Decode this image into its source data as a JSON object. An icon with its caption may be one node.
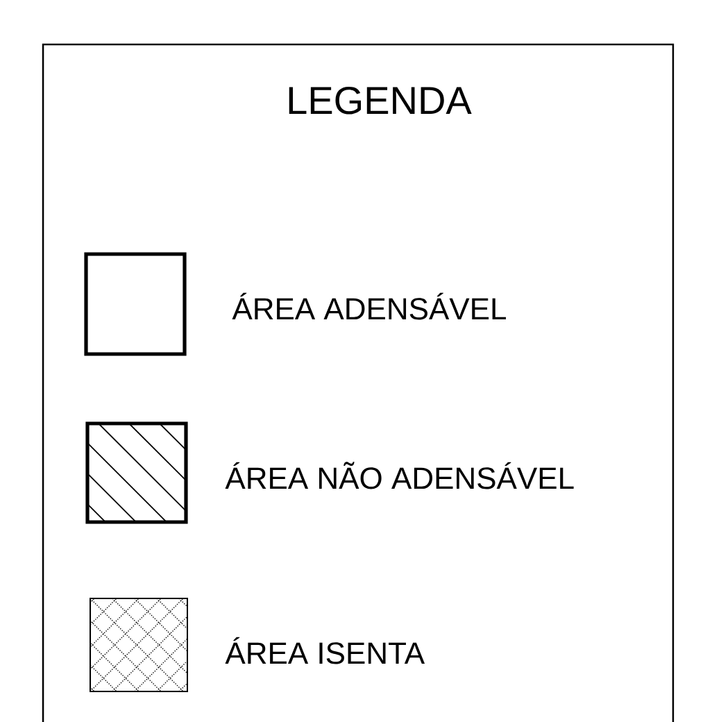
{
  "diagram": {
    "title": "LEGENDA",
    "legend": [
      {
        "text": "ÁREA ADENSÁVEL"
      },
      {
        "text": "ÁREA NÃO ADENSÁVEL"
      },
      {
        "text": "ÁREA ISENTA"
      }
    ]
  }
}
